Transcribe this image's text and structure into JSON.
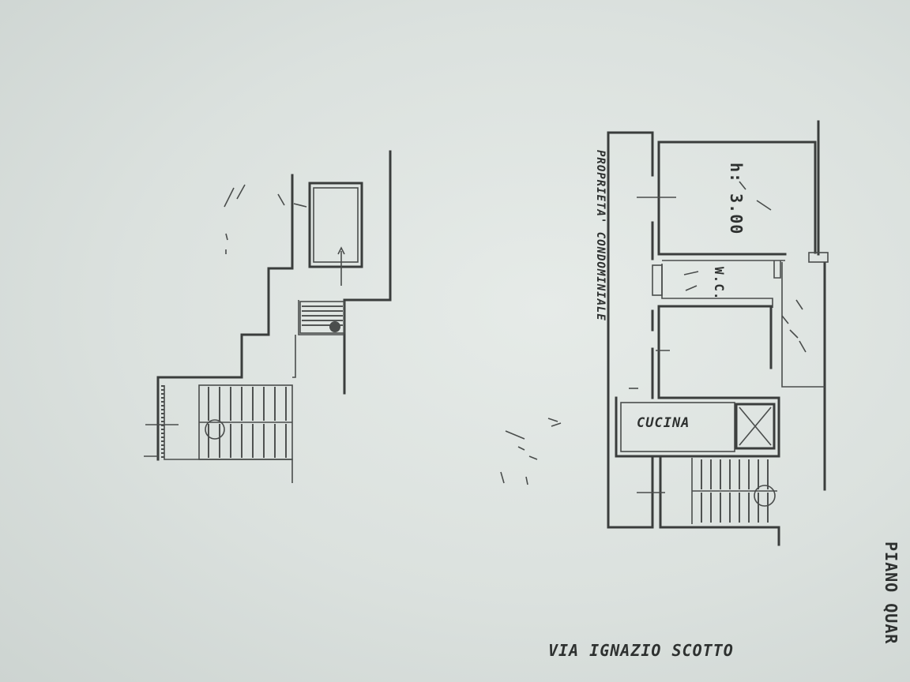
{
  "labels": {
    "proprieta": "PROPRIETA' CONDOMINIALE",
    "height": "h: 3.00",
    "wc": "W.C.",
    "cucina": "CUCINA",
    "street": "VIA IGNAZIO SCOTTO",
    "piano": "PIANO QUAR"
  }
}
